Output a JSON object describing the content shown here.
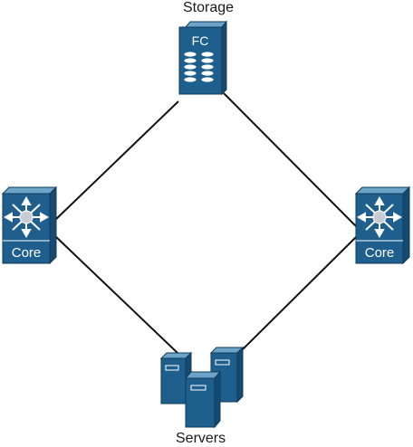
{
  "labels": {
    "storage": "Storage",
    "servers": "Servers",
    "storage_device": "FC",
    "core_left": "Core",
    "core_right": "Core"
  },
  "colors": {
    "device_front": "#1e5f8e",
    "device_side": "#164a70",
    "device_top": "#6ea3c8",
    "link": "#111111",
    "text_on_device": "#ffffff",
    "disk": "#ffffff"
  },
  "links": [
    {
      "from": "storage",
      "to": "core-left"
    },
    {
      "from": "storage",
      "to": "core-right"
    },
    {
      "from": "core-left",
      "to": "servers"
    },
    {
      "from": "core-right",
      "to": "servers"
    }
  ]
}
